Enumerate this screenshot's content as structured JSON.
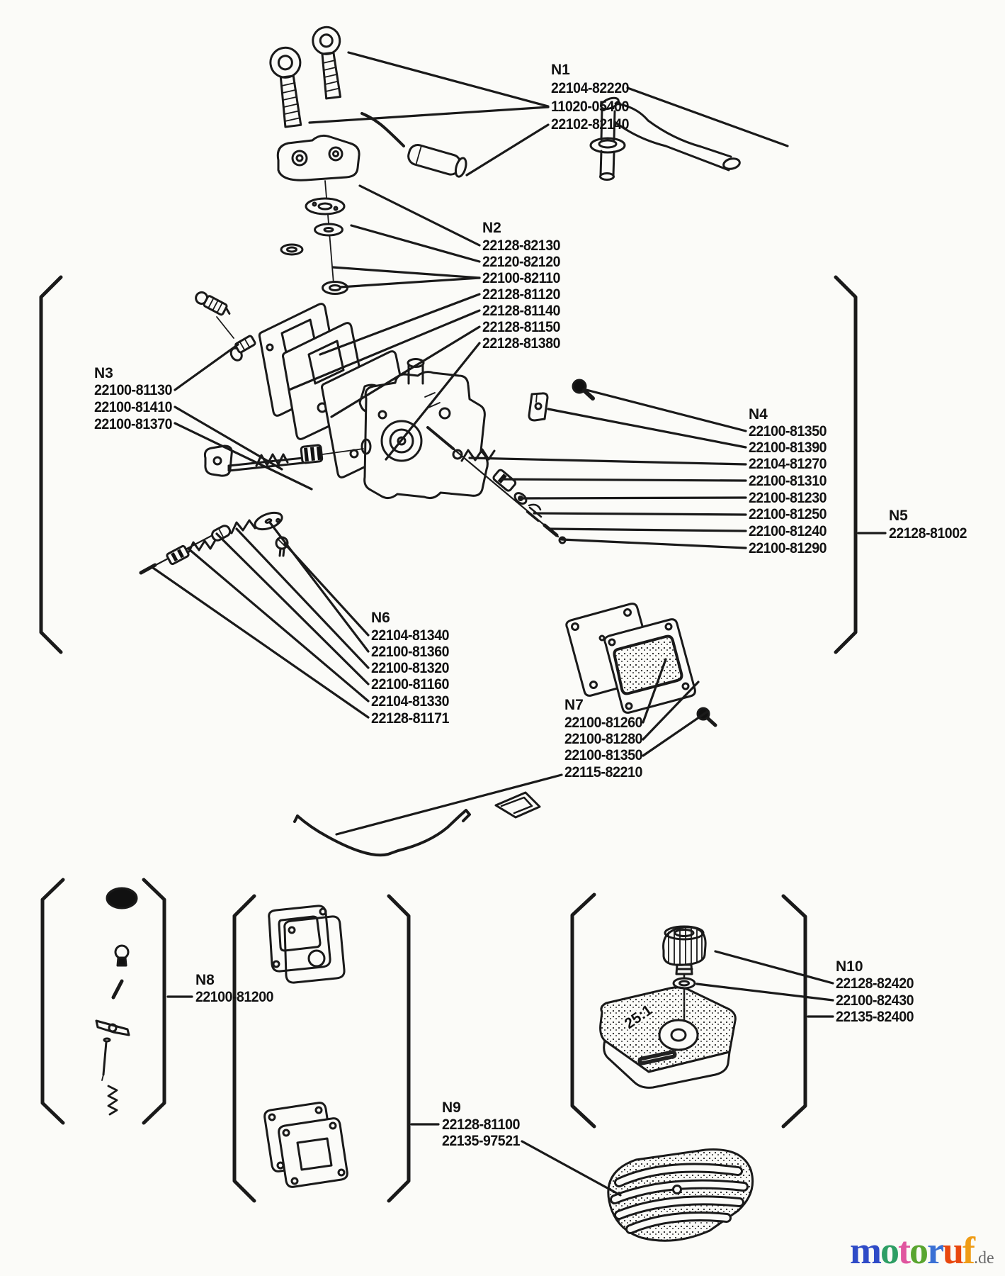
{
  "groups": [
    {
      "id": "N1",
      "parts": [
        "22104-82220",
        "11020-05400",
        "22102-82140"
      ]
    },
    {
      "id": "N2",
      "parts": [
        "22128-82130",
        "22120-82120",
        "22100-82110",
        "22128-81120",
        "22128-81140",
        "22128-81150",
        "22128-81380"
      ]
    },
    {
      "id": "N3",
      "parts": [
        "22100-81130",
        "22100-81410",
        "22100-81370"
      ]
    },
    {
      "id": "N4",
      "parts": [
        "22100-81350",
        "22100-81390",
        "22104-81270",
        "22100-81310",
        "22100-81230",
        "22100-81250",
        "22100-81240",
        "22100-81290"
      ]
    },
    {
      "id": "N5",
      "parts": [
        "22128-81002"
      ]
    },
    {
      "id": "N6",
      "parts": [
        "22104-81340",
        "22100-81360",
        "22100-81320",
        "22100-81160",
        "22104-81330",
        "22128-81171"
      ]
    },
    {
      "id": "N7",
      "parts": [
        "22100-81260",
        "22100-81280",
        "22100-81350",
        "22115-82210"
      ]
    },
    {
      "id": "N8",
      "parts": [
        "22100-81200"
      ]
    },
    {
      "id": "N9",
      "parts": [
        "22128-81100",
        "22135-97521"
      ]
    },
    {
      "id": "N10",
      "parts": [
        "22128-82420",
        "22100-82430",
        "22135-82400"
      ]
    }
  ],
  "tank_cover_mix_label": "25:1",
  "watermark": {
    "letters": [
      {
        "ch": "m",
        "color": "#2f4bc7"
      },
      {
        "ch": "o",
        "color": "#2d9e64"
      },
      {
        "ch": "t",
        "color": "#e0559f"
      },
      {
        "ch": "o",
        "color": "#59a52f"
      },
      {
        "ch": "r",
        "color": "#3a70d4"
      },
      {
        "ch": "u",
        "color": "#e8470e"
      },
      {
        "ch": "f",
        "color": "#ef9c16"
      }
    ],
    "suffix": {
      "text": ".de",
      "color": "#6a6a6a"
    }
  }
}
